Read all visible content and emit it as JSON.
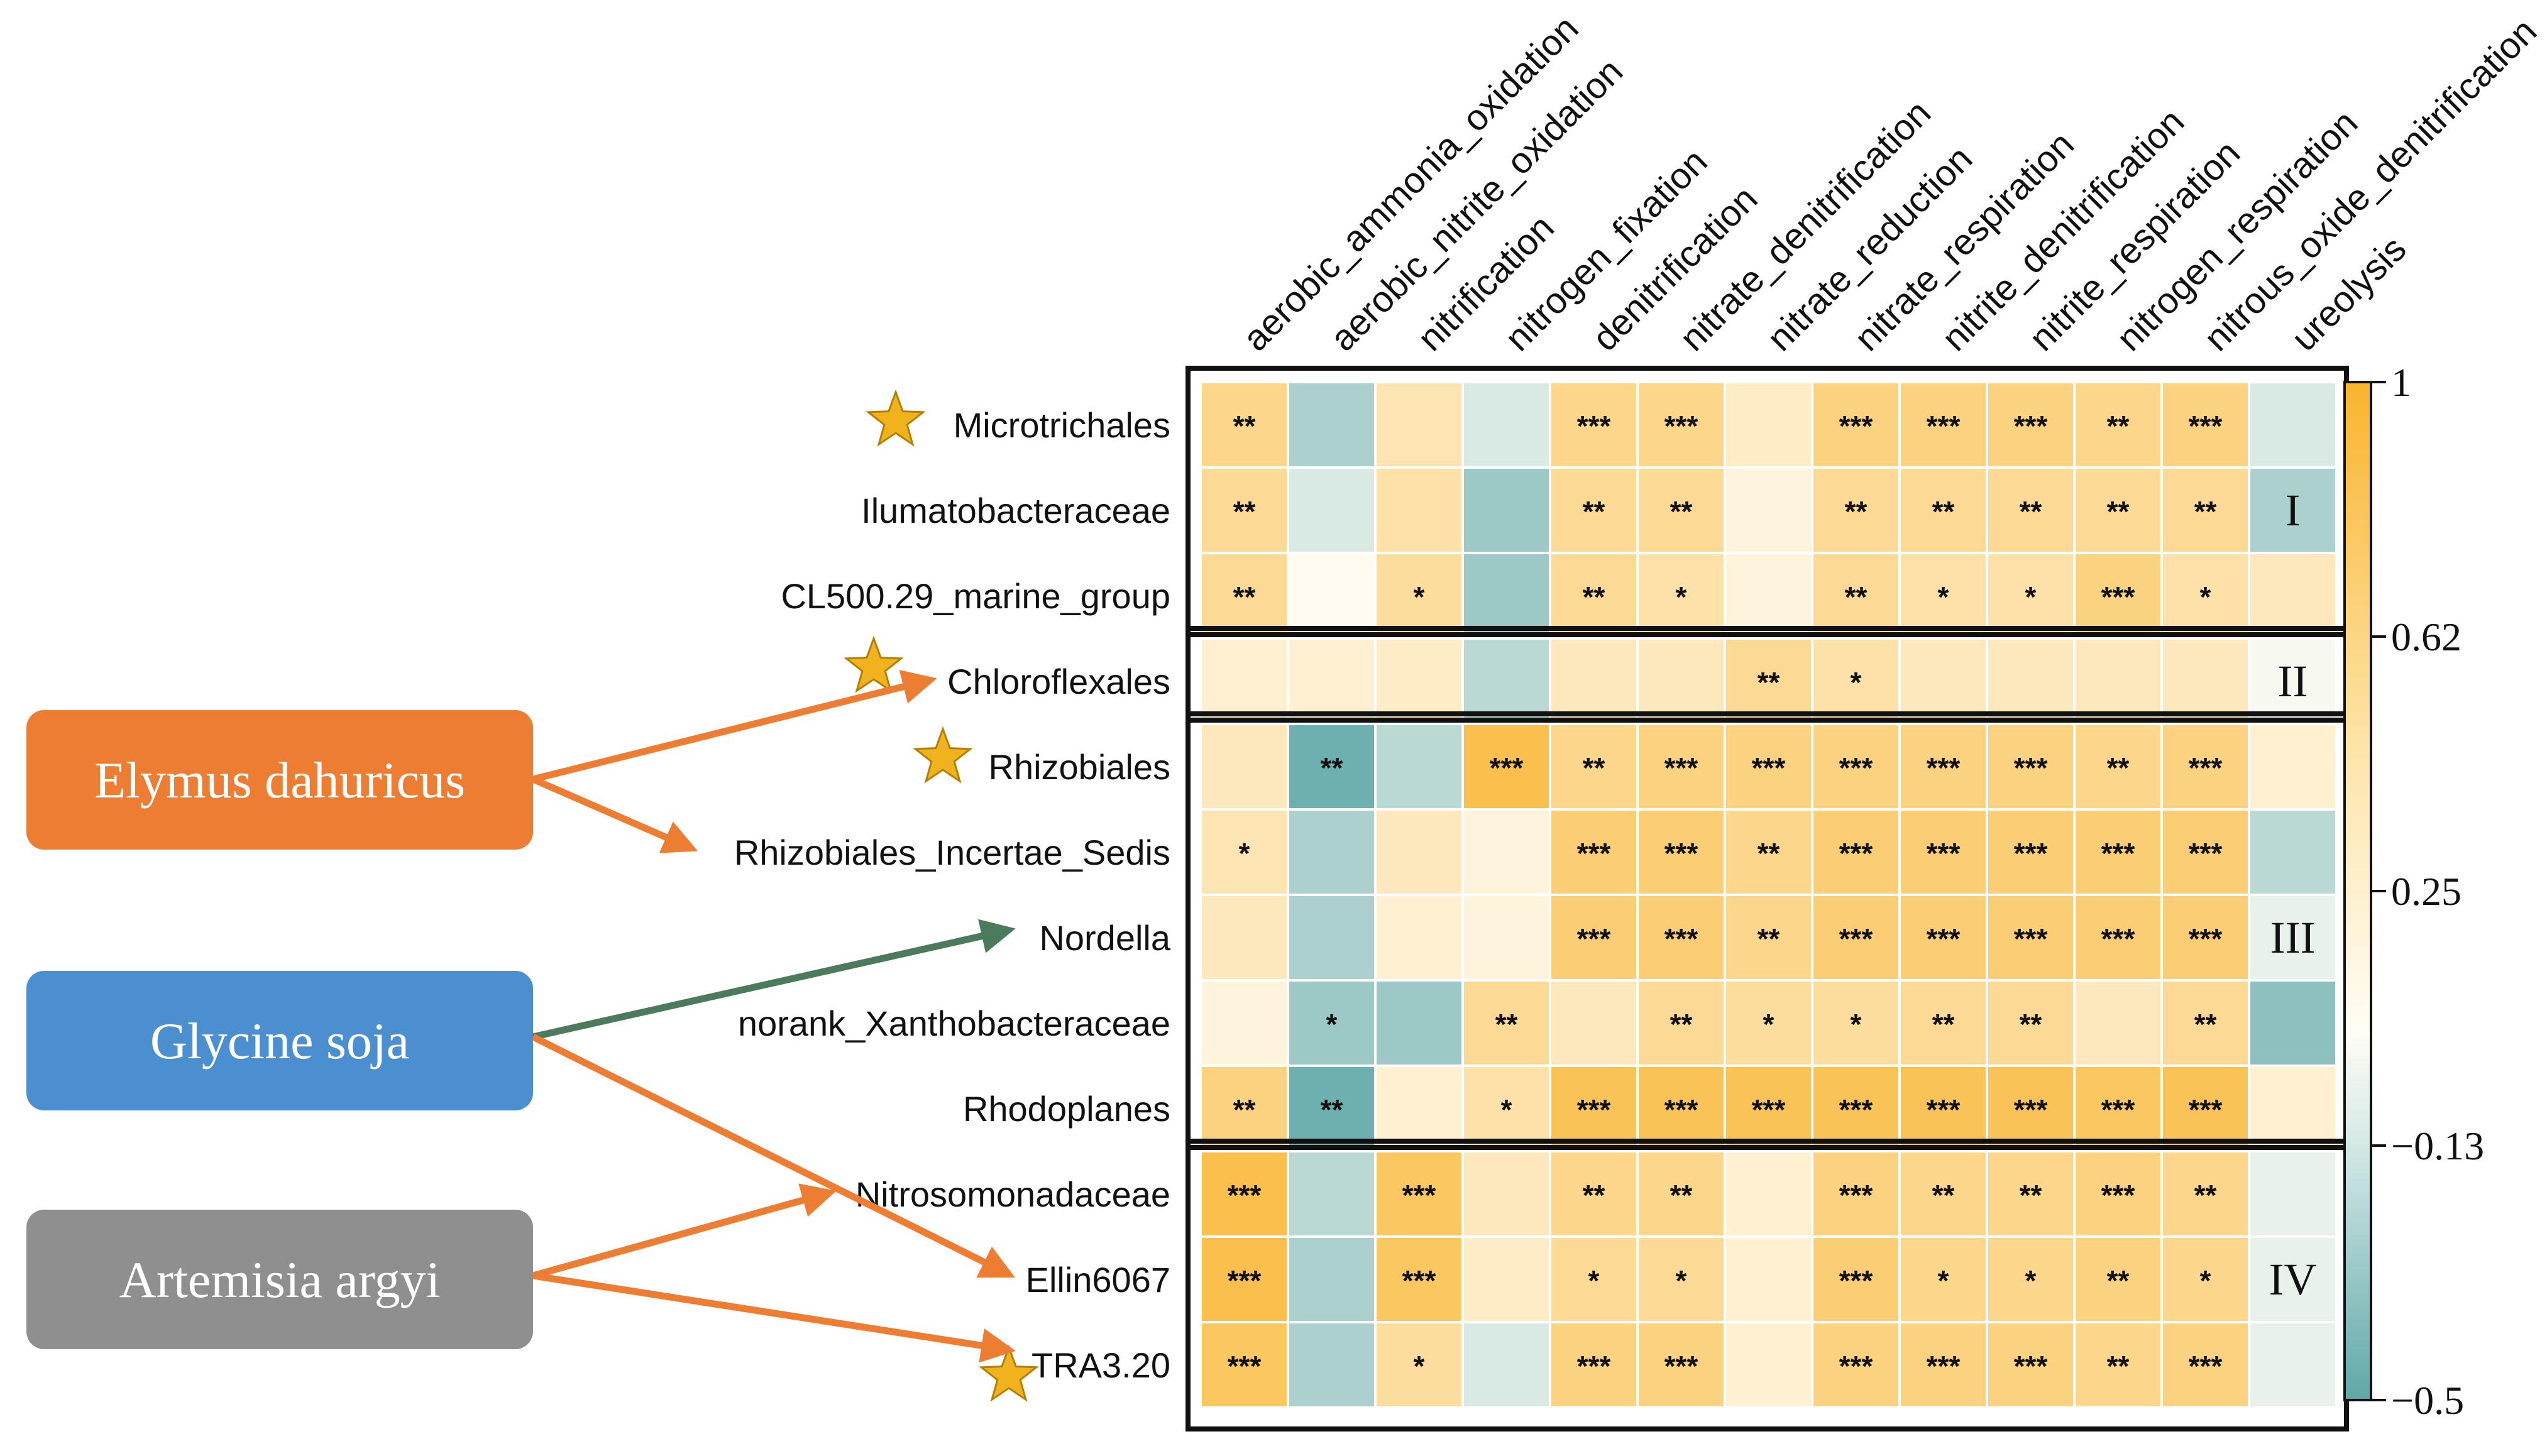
{
  "chart_data": {
    "type": "heatmap",
    "columns": [
      "aerobic_ammonia_oxidation",
      "aerobic_nitrite_oxidation",
      "nitrification",
      "nitrogen_fixation",
      "denitrification",
      "nitrate_denitrification",
      "nitrate_reduction",
      "nitrate_respiration",
      "nitrite_denitrification",
      "nitrite_respiration",
      "nitrogen_respiration",
      "nitrous_oxide_denitrification",
      "ureolysis"
    ],
    "rows": [
      "Microtrichales",
      "Ilumatobacteraceae",
      "CL500.29_marine_group",
      "Chloroflexales",
      "Rhizobiales",
      "Rhizobiales_Incertae_Sedis",
      "Nordella",
      "norank_Xanthobacteraceae",
      "Rhodoplanes",
      "Nitrosomonadaceae",
      "Ellin6067",
      "TRA3.20"
    ],
    "values": [
      [
        0.55,
        -0.25,
        0.35,
        -0.1,
        0.55,
        0.55,
        0.25,
        0.6,
        0.6,
        0.6,
        0.55,
        0.6,
        -0.1
      ],
      [
        0.5,
        -0.1,
        0.4,
        -0.3,
        0.5,
        0.5,
        0.15,
        0.5,
        0.5,
        0.5,
        0.5,
        0.5,
        -0.25
      ],
      [
        0.5,
        0.05,
        0.45,
        -0.3,
        0.5,
        0.4,
        0.15,
        0.5,
        0.4,
        0.4,
        0.6,
        0.4,
        0.3
      ],
      [
        0.2,
        0.2,
        0.25,
        -0.2,
        0.3,
        0.3,
        0.5,
        0.4,
        0.3,
        0.3,
        0.3,
        0.3,
        0.0
      ],
      [
        0.3,
        -0.45,
        -0.2,
        0.85,
        0.55,
        0.6,
        0.6,
        0.6,
        0.6,
        0.6,
        0.55,
        0.6,
        0.2
      ],
      [
        0.35,
        -0.25,
        0.3,
        0.15,
        0.65,
        0.65,
        0.55,
        0.65,
        0.65,
        0.65,
        0.65,
        0.65,
        -0.2
      ],
      [
        0.3,
        -0.25,
        0.2,
        0.15,
        0.65,
        0.65,
        0.55,
        0.65,
        0.65,
        0.65,
        0.65,
        0.65,
        -0.05
      ],
      [
        0.15,
        -0.3,
        -0.3,
        0.5,
        0.3,
        0.5,
        0.45,
        0.45,
        0.5,
        0.5,
        0.3,
        0.5,
        -0.35
      ],
      [
        0.6,
        -0.45,
        0.2,
        0.4,
        0.8,
        0.8,
        0.8,
        0.8,
        0.8,
        0.8,
        0.75,
        0.8,
        0.2
      ],
      [
        0.85,
        -0.2,
        0.75,
        0.3,
        0.55,
        0.55,
        0.2,
        0.6,
        0.55,
        0.55,
        0.6,
        0.55,
        -0.05
      ],
      [
        0.85,
        -0.25,
        0.75,
        0.25,
        0.5,
        0.5,
        0.2,
        0.65,
        0.55,
        0.55,
        0.6,
        0.55,
        -0.05
      ],
      [
        0.75,
        -0.25,
        0.45,
        -0.1,
        0.6,
        0.6,
        0.2,
        0.6,
        0.6,
        0.6,
        0.55,
        0.6,
        -0.05
      ]
    ],
    "significance": [
      [
        "**",
        "",
        "",
        "",
        "***",
        "***",
        "",
        "***",
        "***",
        "***",
        "**",
        "***",
        ""
      ],
      [
        "**",
        "",
        "",
        "",
        "**",
        "**",
        "",
        "**",
        "**",
        "**",
        "**",
        "**",
        ""
      ],
      [
        "**",
        "",
        "*",
        "",
        "**",
        "*",
        "",
        "**",
        "*",
        "*",
        "***",
        "*",
        ""
      ],
      [
        "",
        "",
        "",
        "",
        "",
        "",
        "**",
        "*",
        "",
        "",
        "",
        "",
        ""
      ],
      [
        "",
        "**",
        "",
        "***",
        "**",
        "***",
        "***",
        "***",
        "***",
        "***",
        "**",
        "***",
        ""
      ],
      [
        "*",
        "",
        "",
        "",
        "***",
        "***",
        "**",
        "***",
        "***",
        "***",
        "***",
        "***",
        ""
      ],
      [
        "",
        "",
        "",
        "",
        "***",
        "***",
        "**",
        "***",
        "***",
        "***",
        "***",
        "***",
        ""
      ],
      [
        "",
        "*",
        "",
        "**",
        "",
        "**",
        "*",
        "*",
        "**",
        "**",
        "",
        "**",
        ""
      ],
      [
        "**",
        "**",
        "",
        "*",
        "***",
        "***",
        "***",
        "***",
        "***",
        "***",
        "***",
        "***",
        ""
      ],
      [
        "***",
        "",
        "***",
        "",
        "**",
        "**",
        "",
        "***",
        "**",
        "**",
        "***",
        "**",
        ""
      ],
      [
        "***",
        "",
        "***",
        "",
        "*",
        "*",
        "",
        "***",
        "*",
        "*",
        "**",
        "*",
        ""
      ],
      [
        "***",
        "",
        "*",
        "",
        "***",
        "***",
        "",
        "***",
        "***",
        "***",
        "**",
        "***",
        ""
      ]
    ],
    "groups": [
      {
        "label": "I",
        "rows": [
          0,
          2
        ]
      },
      {
        "label": "II",
        "rows": [
          3,
          3
        ]
      },
      {
        "label": "III",
        "rows": [
          4,
          8
        ]
      },
      {
        "label": "IV",
        "rows": [
          9,
          11
        ]
      }
    ],
    "starred_rows": [
      0,
      3,
      4,
      11
    ],
    "colorbar": {
      "ticks": [
        "1",
        "0.62",
        "0.25",
        "−0.13",
        "−0.5"
      ],
      "range": [
        -0.5,
        1
      ],
      "colors": [
        "#5fa8a8",
        "#fffdf5",
        "#f9b42e"
      ]
    },
    "plants": [
      {
        "name": "Elymus dahuricus",
        "color": "#ee7d34",
        "targets": [
          "Chloroflexales",
          "Rhizobiales_Incertae_Sedis"
        ],
        "arrow_color": "#ee7d34"
      },
      {
        "name": "Glycine soja",
        "color": "#4b8fd0",
        "targets": [
          "Nordella",
          "Ellin6067"
        ],
        "arrow_colors": [
          "#4b7a5c",
          "#ee7d34"
        ]
      },
      {
        "name": "Artemisia argyi",
        "color": "#8f8f8f",
        "targets": [
          "Nitrosomonadaceae",
          "TRA3.20"
        ],
        "arrow_color": "#ee7d34"
      }
    ],
    "star_color": "#f0b31e"
  }
}
